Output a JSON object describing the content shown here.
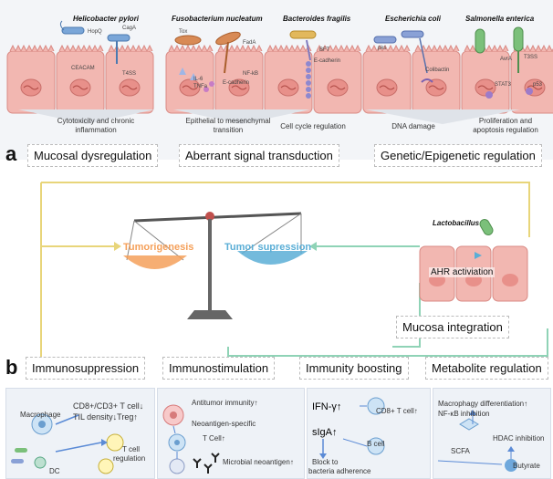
{
  "panel_a": {
    "label": "a",
    "bacteria": [
      {
        "name": "Helicobacter pylori"
      },
      {
        "name": "Fusobacterium nucleatum"
      },
      {
        "name": "Bacteroides fragilis"
      },
      {
        "name": "Escherichia coli"
      },
      {
        "name": "Salmonella enterica"
      }
    ],
    "molecule_labels": {
      "hp_1": "HopQ",
      "hp_2": "CagA",
      "hp_3": "CEACAM",
      "hp_4": "T4SS",
      "fn_1": "Tox",
      "fn_2": "FadA",
      "fn_3": "IL-6",
      "fn_4": "TNFa",
      "fn_5": "E-cadherin",
      "fn_6": "NF-kB",
      "bf_1": "BFT",
      "bf_2": "E-cadherin",
      "ec_1": "pks",
      "ec_2": "Colibactin",
      "se_1": "AvrA",
      "se_2": "T3SS",
      "se_3": "STAT3",
      "se_4": "p53"
    },
    "effects": [
      "Cytotoxicity and chronic inflammation",
      "Epithelial to mesenchymal transition",
      "Cell cycle regulation",
      "DNA damage",
      "Proliferation and apoptosis regulation"
    ],
    "categories": [
      "Mucosal dysregulation",
      "Aberrant signal transduction",
      "Genetic/Epigenetic regulation"
    ]
  },
  "middle": {
    "tumorigenesis": "Tumorigenesis",
    "tumor_supression": "Tumor supression",
    "lactobacillus": "Lactobacillus",
    "ahr": "AHR activiation",
    "mucosa_integration": "Mucosa integration"
  },
  "panel_b": {
    "label": "b",
    "categories": [
      "Immunosuppression",
      "Immunostimulation",
      "Immunity boosting",
      "Metabolite regulation"
    ],
    "immunosuppression": {
      "macrophage": "Macrophage",
      "cd8_line1": "CD8+/CD3+ T cell↓",
      "cd8_line2": "TIL density↓Treg↑",
      "dc": "DC",
      "t_cell_reg_1": "T cell",
      "t_cell_reg_2": "regulation"
    },
    "immunostimulation": {
      "antitumor": "Antitumor immunity↑",
      "neo_specific_1": "Neoantigen-specific",
      "neo_specific_2": "T Cell↑",
      "microbial_neo": "Microbial neoantigen↑"
    },
    "immunity_boosting": {
      "ifn": "IFN-γ↑",
      "cd8": "CD8+ T cell↑",
      "siga": "sIgA↑",
      "b_cell": "B cell",
      "block_1": "Block to",
      "block_2": "bacteria adherence"
    },
    "metabolite_regulation": {
      "macro_diff": "Macrophagy differentiation↑",
      "nfkb": "NF-κB inhibition",
      "scfa": "SCFA",
      "hdac": "HDAC inhibition",
      "butyrate": "Butyrate"
    }
  },
  "colors": {
    "tumorigenesis": "#f5a05a",
    "tumor_supression": "#5aaed6",
    "connector_yellow": "#e8d57a",
    "connector_green": "#8fd3b6",
    "cell_fill": "#f2b7b1",
    "cell_stroke": "#d98a84"
  }
}
